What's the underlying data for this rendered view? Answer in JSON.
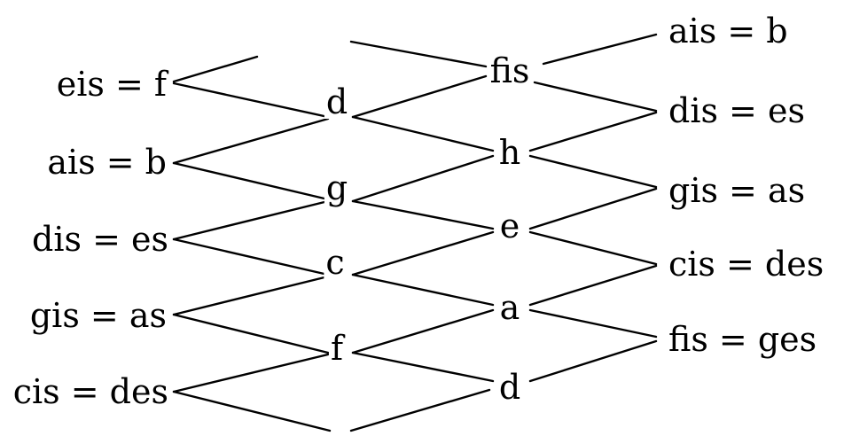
{
  "diagram": {
    "left_column": [
      "eis = f",
      "ais = b",
      "dis = es",
      "gis = as",
      "cis = des"
    ],
    "center_left_column": [
      "d",
      "g",
      "c",
      "f"
    ],
    "center_right_column": [
      "fis",
      "h",
      "e",
      "a",
      "d"
    ],
    "right_column": [
      "ais = b",
      "dis = es",
      "gis = as",
      "cis = des",
      "fis = ges"
    ]
  },
  "colors": {
    "line": "#000000",
    "text": "#000000",
    "background": "#ffffff"
  }
}
